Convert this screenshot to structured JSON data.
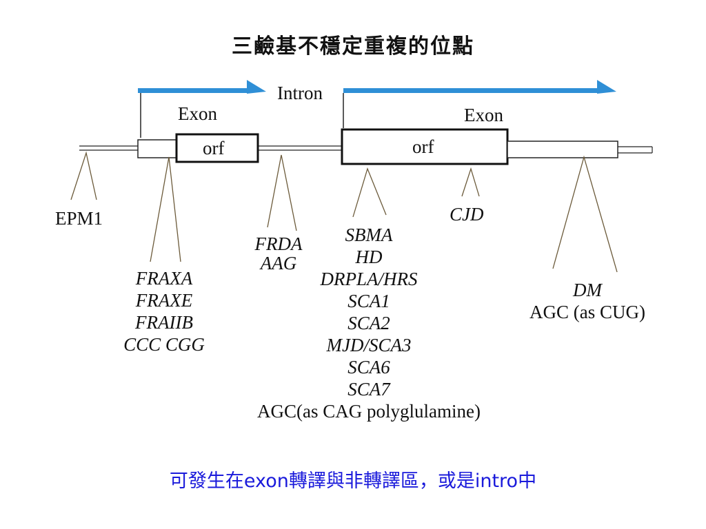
{
  "title": "三鹼基不穩定重複的位點",
  "intron_label": "Intron",
  "exon_left_label": "Exon",
  "exon_right_label": "Exon",
  "orf_left_label": "orf",
  "orf_right_label": "orf",
  "epm1_label": "EPM1",
  "frax_group": [
    "FRAXA",
    "FRAXE",
    "FRAIIB",
    "CCC CGG"
  ],
  "frda_group": [
    "FRDA",
    "AAG"
  ],
  "cag_group": [
    "SBMA",
    "HD",
    "DRPLA/HRS",
    "SCA1",
    "SCA2",
    "MJD/SCA3",
    "SCA6",
    "SCA7"
  ],
  "cag_footer": "AGC(as CAG polyglulamine)",
  "cjd_label": "CJD",
  "dm_label": "DM",
  "dm_repeat": "AGC (as CUG)",
  "caption": "可發生在exon轉譯與非轉譯區，或是intro中",
  "colors": {
    "arrow": "#2f8fd6",
    "caption": "#1a1adb",
    "pointer": "#c8a060"
  }
}
